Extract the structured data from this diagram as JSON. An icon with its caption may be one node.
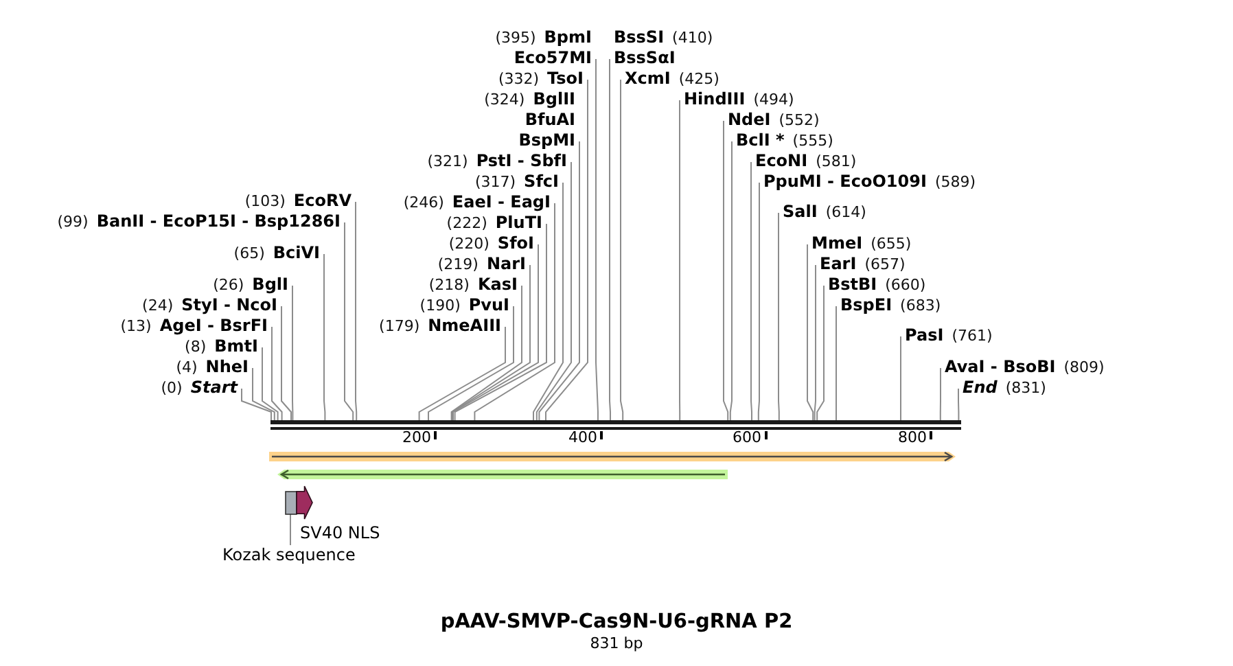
{
  "diagram": {
    "title": "pAAV-SMVP-Cas9N-U6-gRNA P2",
    "caption": "831 bp",
    "nodes": [
      {
        "text": [
          "(0)",
          "Start"
        ]
      },
      {
        "text": [
          "(4)",
          "NheI"
        ]
      },
      {
        "text": [
          "(8)",
          "BmtI"
        ]
      },
      {
        "text": [
          "(13)",
          "AgeI - BsrFI"
        ]
      },
      {
        "text": [
          "(24)",
          "StyI - NcoI"
        ]
      },
      {
        "text": [
          "(26)",
          "BglI"
        ]
      },
      {
        "text": [
          "(65)",
          "BciVI"
        ]
      },
      {
        "text": [
          "(99)",
          "BanII - EcoP15I - Bsp1286I"
        ]
      },
      {
        "text": [
          "(103)",
          "EcoRV"
        ]
      },
      {
        "text": [
          "(179)",
          "NmeAIII"
        ]
      },
      {
        "text": [
          "(190)",
          "PvuI"
        ]
      },
      {
        "text": [
          "(218)",
          "KasI"
        ]
      },
      {
        "text": [
          "(219)",
          "NarI"
        ]
      },
      {
        "text": [
          "(220)",
          "SfoI"
        ]
      },
      {
        "text": [
          "(222)",
          "PluTI"
        ]
      },
      {
        "text": [
          "(246)",
          "EaeI - EagI"
        ]
      },
      {
        "text": [
          "(317)",
          "SfcI"
        ]
      },
      {
        "text": [
          "(321)",
          "PstI - SbfI"
        ]
      },
      {
        "text": [
          "(324)",
          "BglII",
          "BfuAI",
          "BspMI"
        ]
      },
      {
        "text": [
          "(332)",
          "TsoI"
        ]
      },
      {
        "text": [
          "(395)",
          "BpmI",
          "Eco57MI"
        ]
      },
      {
        "text": [
          "BssSI",
          "(410)",
          "BssSαI"
        ]
      },
      {
        "text": [
          "XcmI",
          "(425)"
        ]
      },
      {
        "text": [
          "HindIII",
          "(494)"
        ]
      },
      {
        "text": [
          "NdeI",
          "(552)"
        ]
      },
      {
        "text": [
          "BclI *",
          "(555)"
        ]
      },
      {
        "text": [
          "EcoNI",
          "(581)"
        ]
      },
      {
        "text": [
          "PpuMI - EcoO109I",
          "(589)"
        ]
      },
      {
        "text": [
          "SalI",
          "(614)"
        ]
      },
      {
        "text": [
          "MmeI",
          "(655)"
        ]
      },
      {
        "text": [
          "EarI",
          "(657)"
        ]
      },
      {
        "text": [
          "BstBI",
          "(660)"
        ]
      },
      {
        "text": [
          "BspEI",
          "(683)"
        ]
      },
      {
        "text": [
          "PasI",
          "(761)"
        ]
      },
      {
        "text": [
          "AvaI - BsoBI",
          "(809)"
        ]
      },
      {
        "text": [
          "End",
          "(831)"
        ]
      },
      {
        "text": [],
        "shape": "bar"
      },
      {
        "text": [],
        "shape": "arrow"
      },
      {
        "text": [],
        "shape": "arrow"
      },
      {
        "text": [],
        "shape": "box"
      },
      {
        "text": [],
        "shape": "arrow",
        "beside": [
          "SV40 NLS"
        ]
      },
      {
        "text": [
          "Kozak sequence"
        ]
      }
    ],
    "edges": [
      {
        "from": 0,
        "to": 36,
        "arrow": "none"
      },
      {
        "from": 1,
        "to": 36,
        "arrow": "none"
      },
      {
        "from": 2,
        "to": 36,
        "arrow": "none"
      },
      {
        "from": 3,
        "to": 36,
        "arrow": "none"
      },
      {
        "from": 4,
        "to": 36,
        "arrow": "none"
      },
      {
        "from": 5,
        "to": 36,
        "arrow": "none"
      },
      {
        "from": 6,
        "to": 36,
        "arrow": "none"
      },
      {
        "from": 7,
        "to": 36,
        "arrow": "none"
      },
      {
        "from": 8,
        "to": 36,
        "arrow": "none"
      },
      {
        "from": 9,
        "to": 36,
        "arrow": "none"
      },
      {
        "from": 10,
        "to": 36,
        "arrow": "none"
      },
      {
        "from": 11,
        "to": 36,
        "arrow": "none"
      },
      {
        "from": 12,
        "to": 36,
        "arrow": "none"
      },
      {
        "from": 13,
        "to": 36,
        "arrow": "none"
      },
      {
        "from": 14,
        "to": 36,
        "arrow": "none"
      },
      {
        "from": 15,
        "to": 36,
        "arrow": "none"
      },
      {
        "from": 16,
        "to": 36,
        "arrow": "none"
      },
      {
        "from": 17,
        "to": 36,
        "arrow": "none"
      },
      {
        "from": 18,
        "to": 36,
        "arrow": "none"
      },
      {
        "from": 19,
        "to": 36,
        "arrow": "none"
      },
      {
        "from": 20,
        "to": 36,
        "arrow": "none"
      },
      {
        "from": 21,
        "to": 36,
        "arrow": "none"
      },
      {
        "from": 22,
        "to": 36,
        "arrow": "none"
      },
      {
        "from": 23,
        "to": 36,
        "arrow": "none"
      },
      {
        "from": 24,
        "to": 36,
        "arrow": "none"
      },
      {
        "from": 25,
        "to": 36,
        "arrow": "none"
      },
      {
        "from": 26,
        "to": 36,
        "arrow": "none"
      },
      {
        "from": 27,
        "to": 36,
        "arrow": "none"
      },
      {
        "from": 28,
        "to": 36,
        "arrow": "none"
      },
      {
        "from": 29,
        "to": 36,
        "arrow": "none"
      },
      {
        "from": 30,
        "to": 36,
        "arrow": "none"
      },
      {
        "from": 31,
        "to": 36,
        "arrow": "none"
      },
      {
        "from": 32,
        "to": 36,
        "arrow": "none"
      },
      {
        "from": 33,
        "to": 36,
        "arrow": "none"
      },
      {
        "from": 34,
        "to": 36,
        "arrow": "none"
      },
      {
        "from": 35,
        "to": 36,
        "arrow": "none"
      },
      {
        "from": 41,
        "to": 39,
        "arrow": "none"
      }
    ],
    "labels": [
      "200",
      "400",
      "600",
      "800"
    ]
  }
}
